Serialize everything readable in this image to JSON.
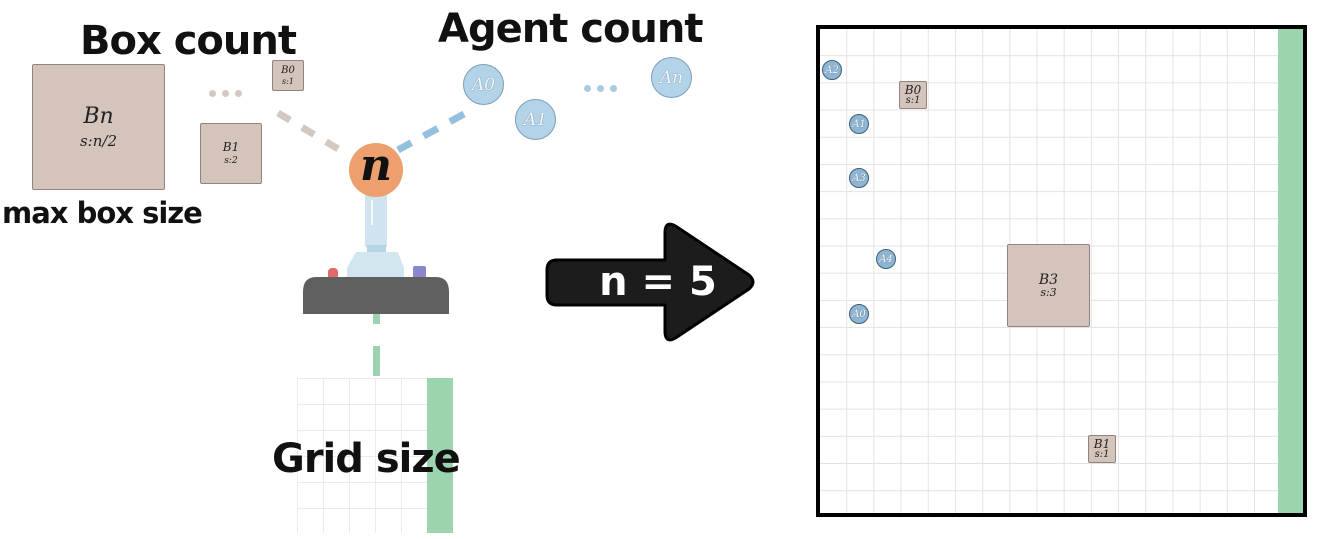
{
  "labels": {
    "box_count": "Box count",
    "agent_count": "Agent count",
    "max_box_size": "max box size",
    "grid_size": "Grid size",
    "arrow_text": "n = 5",
    "center_symbol": "n"
  },
  "left_boxes": [
    {
      "name": "B_n",
      "label": "Bn",
      "size_text": "s:n/2"
    },
    {
      "name": "B_0",
      "label": "B0",
      "size_text": "s:1"
    },
    {
      "name": "B_1",
      "label": "B1",
      "size_text": "s:2"
    }
  ],
  "left_agents": [
    {
      "label": "A0"
    },
    {
      "label": "A1"
    },
    {
      "label": "An"
    }
  ],
  "grid": {
    "n": 5,
    "columns": 18,
    "rows": 18,
    "goal_column": "rightmost",
    "boxes": [
      {
        "label": "B0",
        "size_text": "s:1",
        "size": 1
      },
      {
        "label": "B3",
        "size_text": "s:3",
        "size": 3
      },
      {
        "label": "B1",
        "size_text": "s:1",
        "size": 1
      }
    ],
    "agents": [
      {
        "label": "A2"
      },
      {
        "label": "A1"
      },
      {
        "label": "A3"
      },
      {
        "label": "A4"
      },
      {
        "label": "A0"
      }
    ]
  },
  "colors": {
    "box_fill": "#d4c4bb",
    "agent_fill": "#b3d3e8",
    "n_circle": "#eda06e",
    "goal_green": "#9bd4ae",
    "base_gray": "#5f5f5f",
    "arrow_black": "#1c1c1c"
  }
}
